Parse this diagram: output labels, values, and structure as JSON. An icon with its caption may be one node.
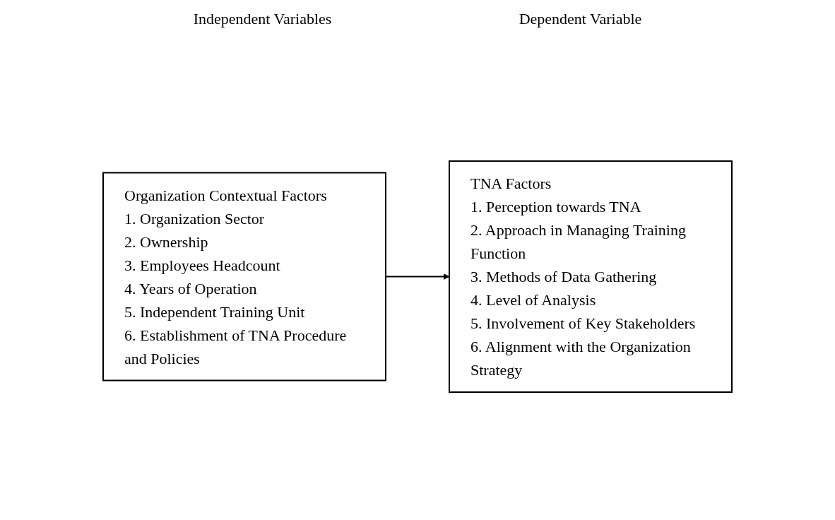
{
  "diagram": {
    "nodes": [
      {
        "text": [
          "Organization Contextual Factors",
          "1. Organization Sector",
          "2. Ownership",
          "3. Employees Headcount",
          "4. Years of Operation",
          "5. Independent Training Unit",
          "6. Establishment of TNA Procedure and Policies"
        ]
      },
      {
        "text": [
          "TNA Factors",
          "1. Perception towards TNA",
          "2. Approach in Managing Training Function",
          "3. Methods of Data Gathering",
          "4. Level of Analysis",
          "5. Involvement of Key Stakeholders",
          "6. Alignment with the Organization Strategy"
        ]
      }
    ],
    "edges": [
      {
        "from": 0,
        "to": 1,
        "arrow": "to"
      }
    ],
    "labels": [
      "Independent Variables",
      "Dependent Variable"
    ]
  }
}
